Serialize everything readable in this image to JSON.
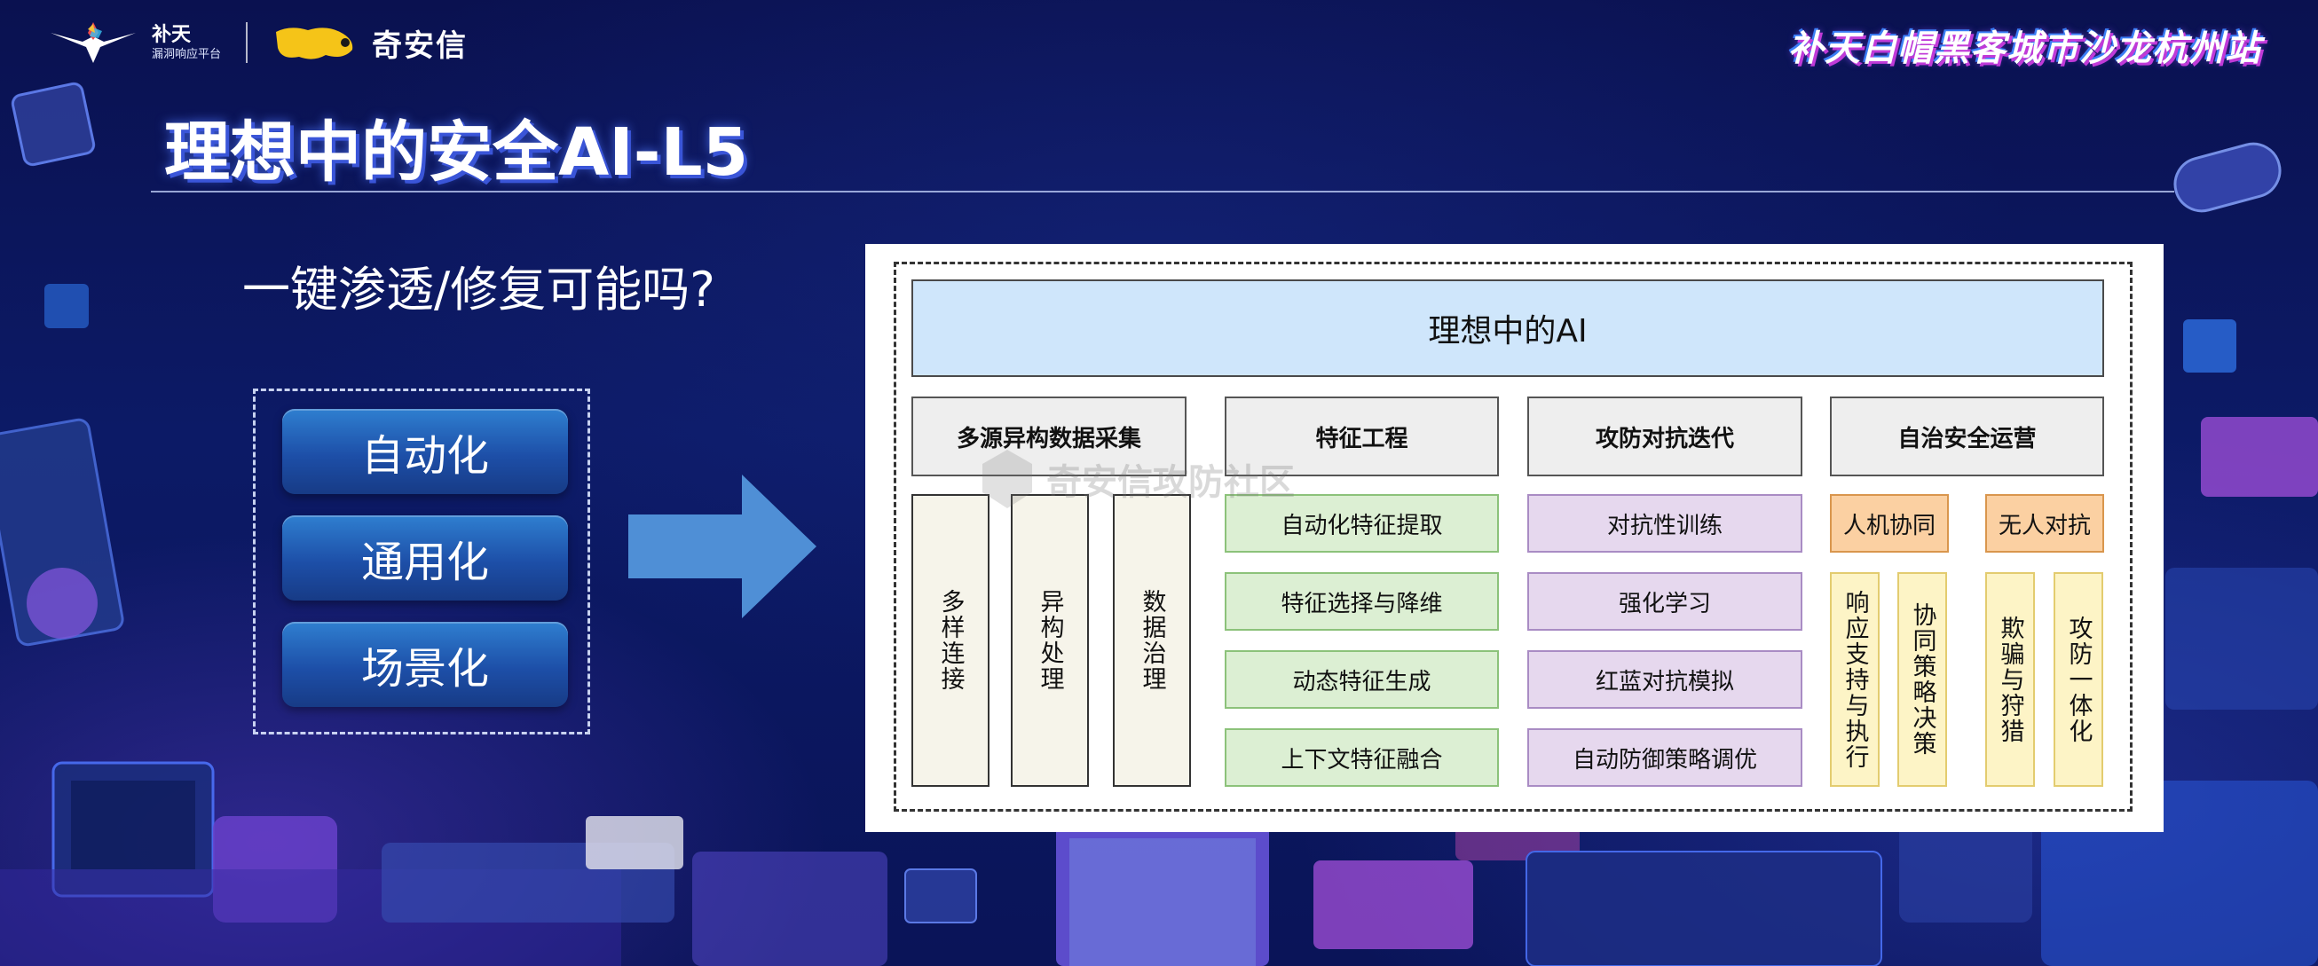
{
  "header": {
    "brand_butian_name": "补天",
    "brand_butian_sub": "漏洞响应平台",
    "brand_qianxin_mascot": "奇安信",
    "brand_qianxin_name": "奇安信",
    "event_title": "补天白帽黑客城市沙龙杭州站"
  },
  "page": {
    "title": "理想中的安全AI-L5",
    "question": "一键渗透/修复可能吗?"
  },
  "left_items": [
    "自动化",
    "通用化",
    "场景化"
  ],
  "diagram": {
    "top": "理想中的AI",
    "columns": [
      {
        "header": "多源异构数据采集",
        "items": [
          "多样连接",
          "异构处理",
          "数据治理"
        ]
      },
      {
        "header": "特征工程",
        "items": [
          "自动化特征提取",
          "特征选择与降维",
          "动态特征生成",
          "上下文特征融合"
        ]
      },
      {
        "header": "攻防对抗迭代",
        "items": [
          "对抗性训练",
          "强化学习",
          "红蓝对抗模拟",
          "自动防御策略调优"
        ]
      },
      {
        "header": "自治安全运营",
        "groups": [
          {
            "label": "人机协同",
            "items": [
              "响应支持与执行",
              "协同策略决策"
            ]
          },
          {
            "label": "无人对抗",
            "items": [
              "欺骗与狩猎",
              "攻防一体化"
            ]
          }
        ]
      }
    ]
  },
  "watermark": "奇安信攻防社区",
  "colors": {
    "background": "#0c1a66",
    "top_bar": "#cfe6fb",
    "feature_green": "#dcefd3",
    "adversarial_purple": "#e6d8ee",
    "collab_orange": "#fbd0a2",
    "ops_yellow": "#fdf4c6",
    "arrow_blue": "#4f8fd6"
  }
}
